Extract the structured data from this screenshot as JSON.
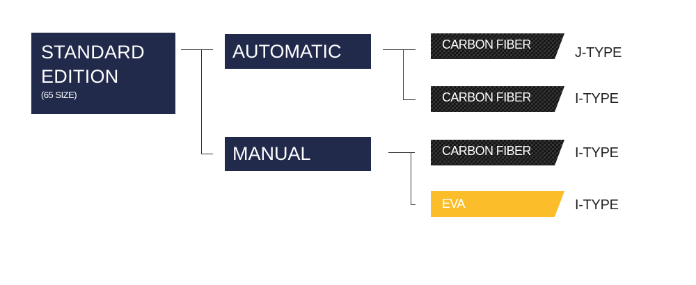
{
  "root": {
    "line1": "STANDARD",
    "line2": "EDITION",
    "sub": "(65 SIZE)"
  },
  "branches": [
    {
      "label": "AUTOMATIC",
      "children": [
        {
          "material": "CARBON FIBER",
          "type": "J-TYPE",
          "style": "carbon"
        },
        {
          "material": "CARBON FIBER",
          "type": "I-TYPE",
          "style": "carbon"
        }
      ]
    },
    {
      "label": "MANUAL",
      "children": [
        {
          "material": "CARBON FIBER",
          "type": "I-TYPE",
          "style": "carbon"
        },
        {
          "material": "EVA",
          "type": "I-TYPE",
          "style": "eva"
        }
      ]
    }
  ],
  "colors": {
    "navy": "#222a4c",
    "carbon": "#1c1c1c",
    "eva": "#fbbe2a",
    "line": "#333333"
  }
}
